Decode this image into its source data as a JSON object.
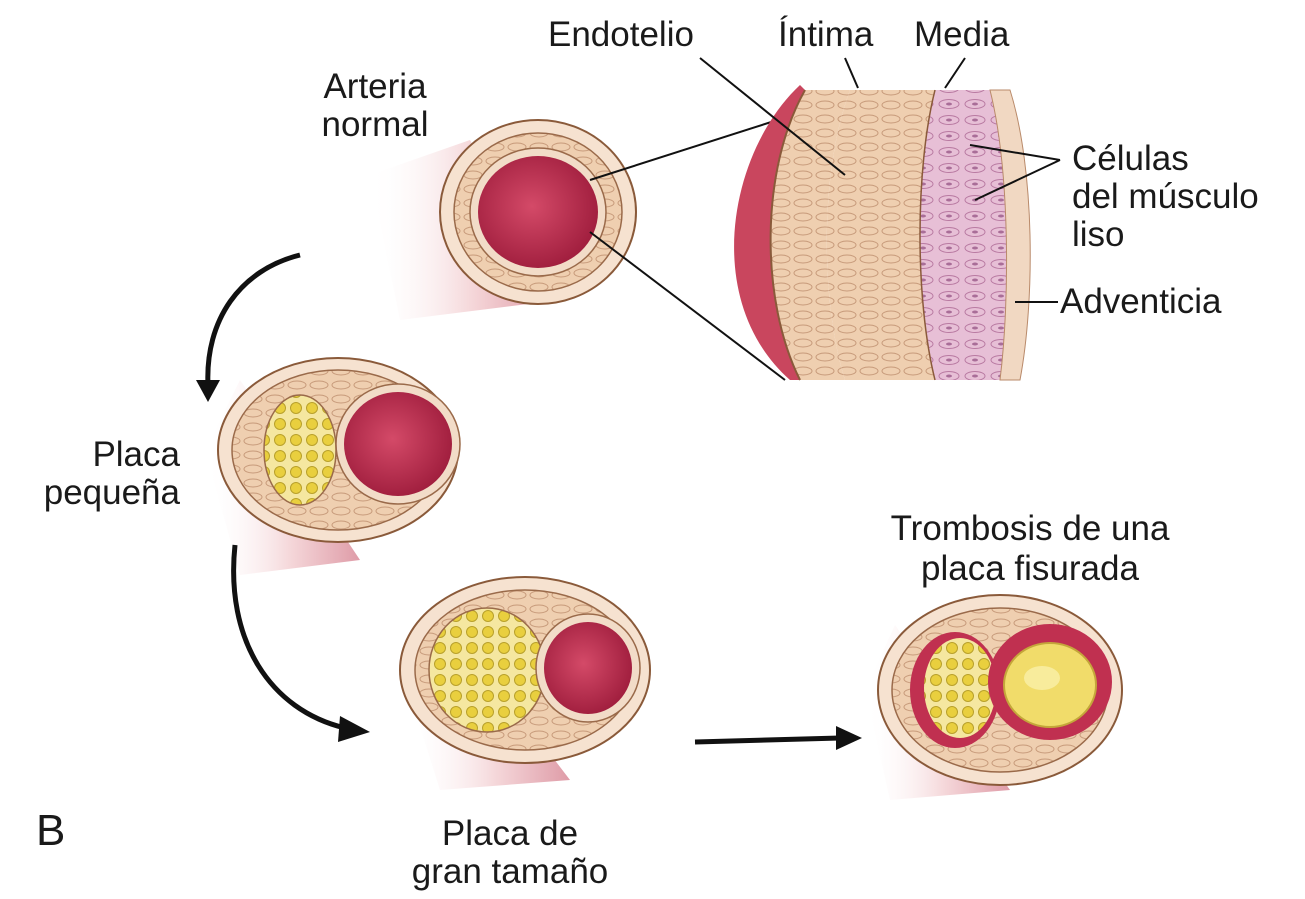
{
  "labels": {
    "endotelio": "Endotelio",
    "intima": "Íntima",
    "media": "Media",
    "arteria_normal_1": "Arteria",
    "arteria_normal_2": "normal",
    "celulas_1": "Células",
    "celulas_2": "del músculo",
    "celulas_3": "liso",
    "adventicia": "Adventicia",
    "placa_pequena_1": "Placa",
    "placa_pequena_2": "pequeña",
    "trombosis_1": "Trombosis de una",
    "trombosis_2": "placa fisurada",
    "placa_grande_1": "Placa de",
    "placa_grande_2": "gran tamaño",
    "panel_letter": "B"
  },
  "colors": {
    "lumen": "#b8284a",
    "wall_tan": "#e9c39a",
    "wall_pink": "#f2cfc8",
    "lipid": "#f3e27a",
    "muscle": "#d9a3c6",
    "arrow": "#111111"
  }
}
